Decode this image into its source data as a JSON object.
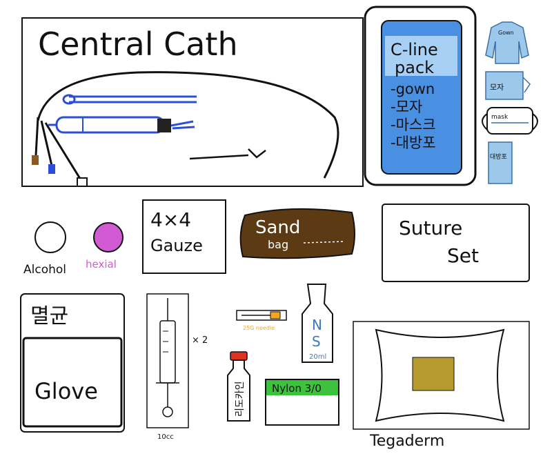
{
  "central_cath": {
    "title": "Central Cath"
  },
  "cline_pack": {
    "title_line1": "C-line",
    "title_line2": "pack",
    "items": [
      "-gown",
      "-모자",
      "-마스크",
      "-대방포"
    ]
  },
  "pack_icons": {
    "gown": "Gown",
    "cap": "모자",
    "mask": "mask",
    "drape": "대방포"
  },
  "alcohol": {
    "label": "Alcohol"
  },
  "hexial": {
    "label": "hexial",
    "color": "#d25ad2"
  },
  "gauze": {
    "line1": "4×4",
    "line2": "Gauze"
  },
  "sandbag": {
    "line1": "Sand",
    "line2": "bag",
    "color": "#5c3a14"
  },
  "suture": {
    "line1": "Suture",
    "line2": "Set"
  },
  "glove": {
    "header": "멸균",
    "label": "Glove"
  },
  "syringe": {
    "qty": "× 2",
    "size": "10cc"
  },
  "needle": {
    "label": "25G needle",
    "color": "#f5a623"
  },
  "ns": {
    "label1": "N",
    "label2": "S",
    "volume": "20ml",
    "color": "#3a78c9"
  },
  "lidocaine": {
    "label": "리도카인",
    "cap_color": "#e03020"
  },
  "nylon": {
    "label": "Nylon 3/0",
    "color": "#3cc23c"
  },
  "tegaderm": {
    "label": "Tegaderm",
    "pad_color": "#b59a2e"
  },
  "colors": {
    "pack_blue": "#4a90e2",
    "pack_highlight": "#a8d0f5",
    "icon_blue": "#9cc8ec",
    "catheter_blue": "#2a4ed8"
  }
}
